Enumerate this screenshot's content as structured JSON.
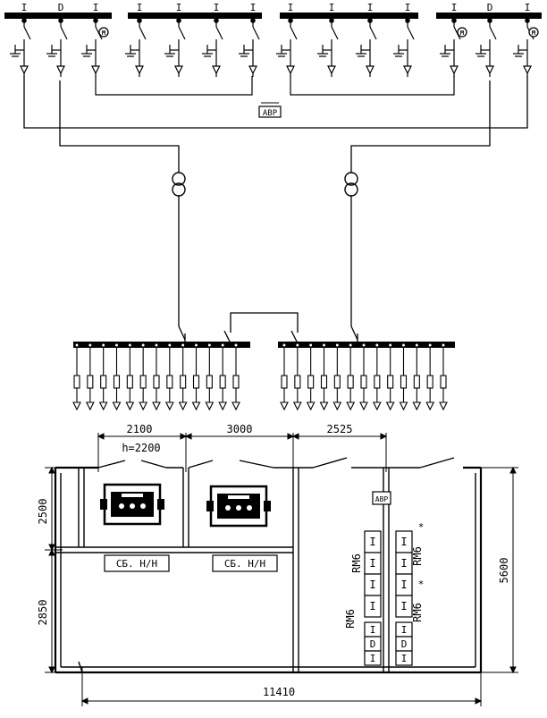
{
  "mv_switchgear": {
    "section_1": {
      "cells": [
        "I",
        "D",
        "I"
      ]
    },
    "section_2": {
      "cells": [
        "I",
        "I",
        "I",
        "I"
      ]
    },
    "section_3": {
      "cells": [
        "I",
        "I",
        "I",
        "I"
      ]
    },
    "section_4": {
      "cells": [
        "I",
        "D",
        "I"
      ]
    },
    "motor_symbol": "M",
    "avr_label": "АВР"
  },
  "floor_plan": {
    "dim_2100": "2100",
    "dim_h2200": "h=2200",
    "dim_3000": "3000",
    "dim_2525": "2525",
    "dim_2500": "2500",
    "dim_2850": "2850",
    "dim_5600": "5600",
    "dim_11410": "11410",
    "lv_board_1": "СБ. Н/Н",
    "lv_board_2": "СБ. Н/Н",
    "avr_box": "АВР",
    "rm6_1": "RM6",
    "rm6_2": "RM6",
    "rm6_3": "RM6",
    "rm6_4": "RM6",
    "rm6_cells_upper_left": [
      "I",
      "I",
      "I",
      "I"
    ],
    "rm6_cells_upper_right": [
      "I",
      "I",
      "I",
      "I"
    ],
    "rm6_cells_lower_left": [
      "I",
      "D",
      "I"
    ],
    "rm6_cells_lower_right": [
      "I",
      "D",
      "I"
    ]
  }
}
